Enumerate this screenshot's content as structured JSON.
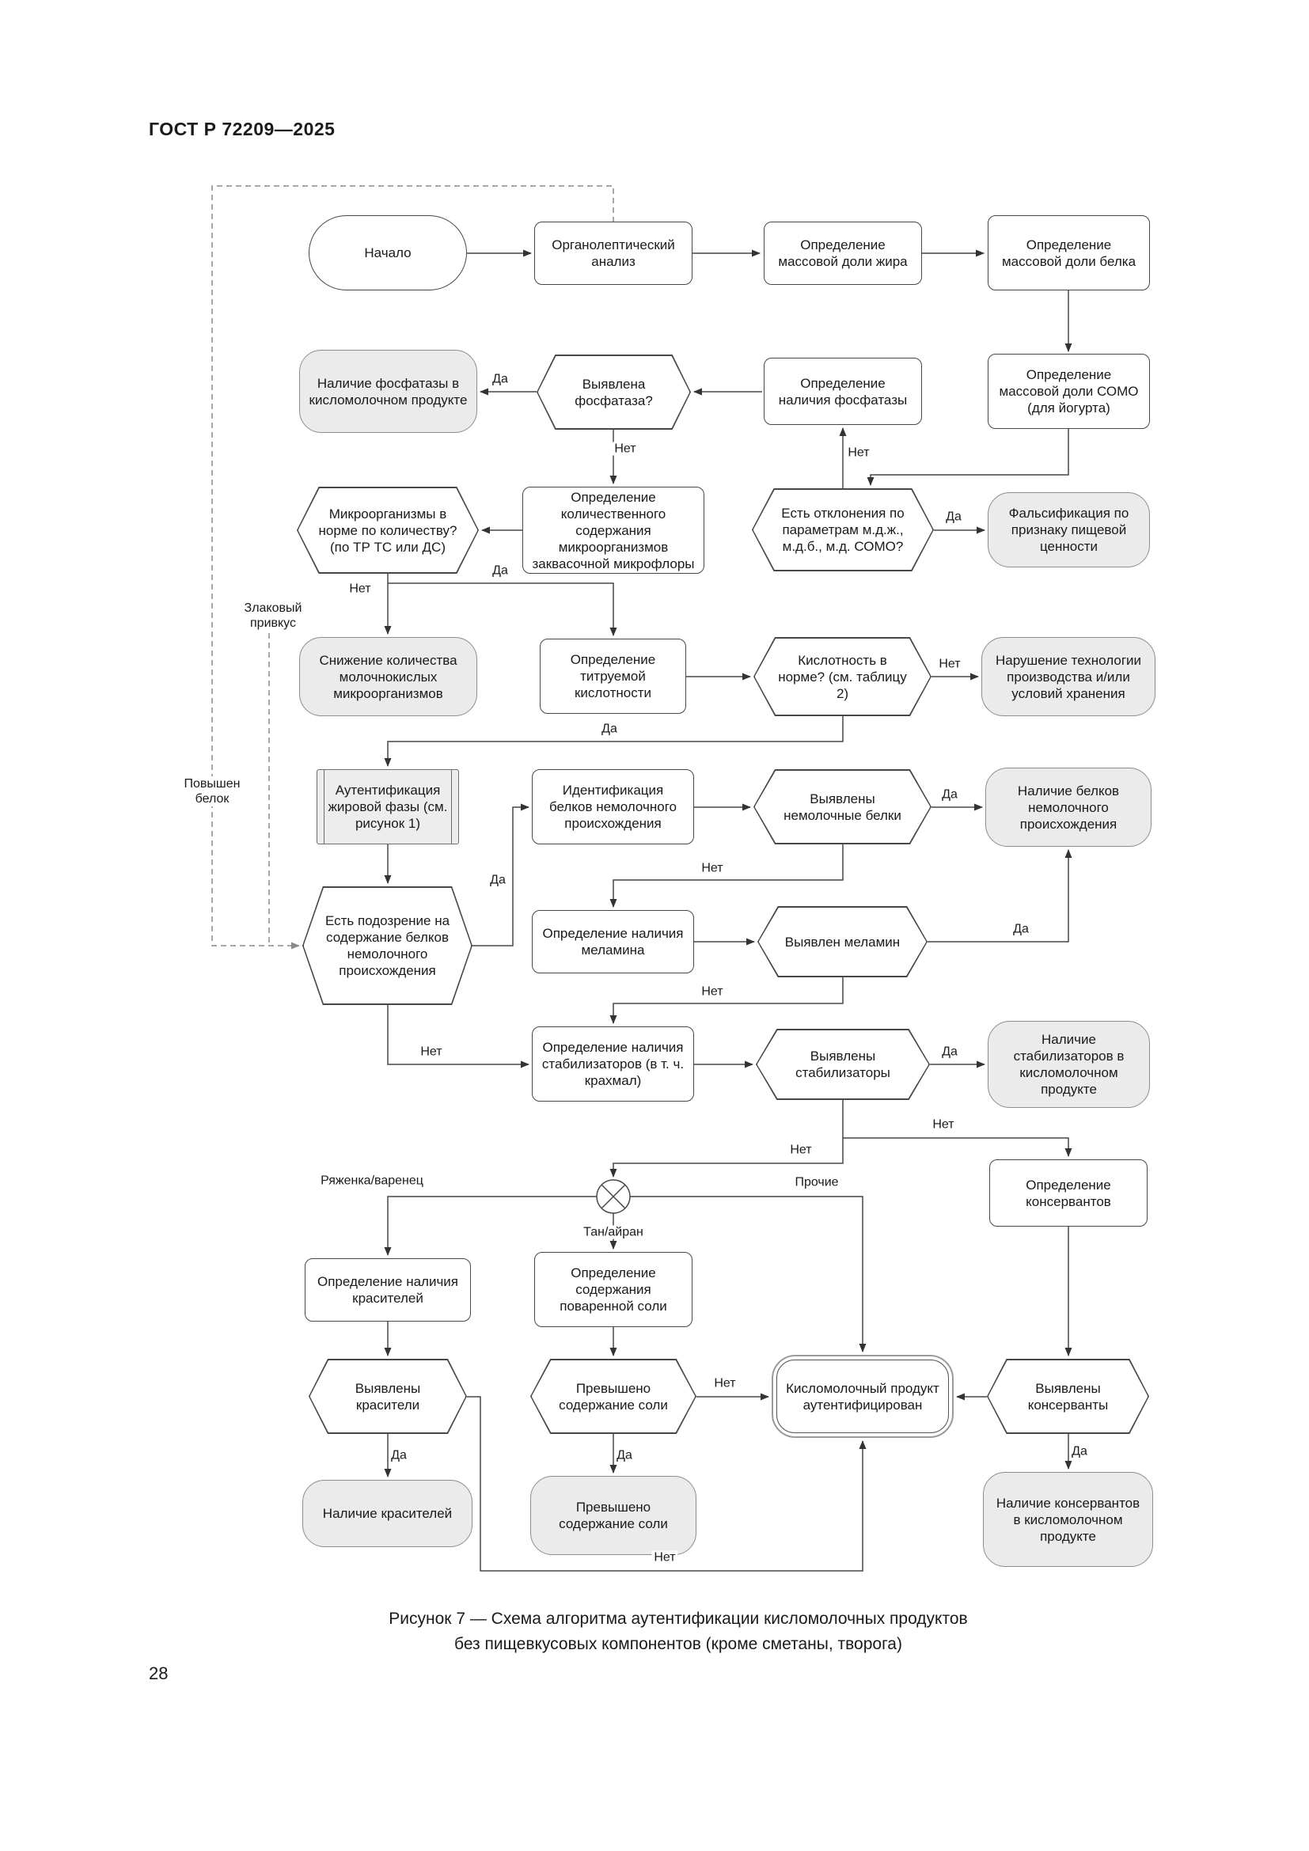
{
  "page": {
    "header": "ГОСТ Р 72209—2025",
    "page_number": "28",
    "caption_line1": "Рисунок 7 — Схема алгоритма аутентификации кисломолочных продуктов",
    "caption_line2": "без пищевкусовых компонентов (кроме сметаны, творога)"
  },
  "nodes": {
    "start": "Начало",
    "organoleptic": "Органолептический анализ",
    "fat": "Определение массовой доли жира",
    "protein": "Определение массовой доли белка",
    "somo": "Определение массовой доли СОМО (для йогурта)",
    "phosphatase_det": "Определение наличия фосфатазы",
    "phosphatase_q": "Выявлена фосфатаза?",
    "phosphatase_result": "Наличие фосфатазы в кисломолочном продукте",
    "micro_count_det": "Определение количественного содержания микроорганизмов заквасочной микрофлоры",
    "micro_norm_q": "Микроорганизмы в норме по количеству? (по ТР ТС или ДС)",
    "deviations_q": "Есть отклонения по параметрам м.д.ж., м.д.б., м.д. СОМО?",
    "falsification": "Фальсификация по признаку пищевой ценности",
    "micro_decrease": "Снижение количества молочнокислых микроорганизмов",
    "acidity_det": "Определение титруемой кислотности",
    "acidity_q": "Кислотность в норме? (см. таблицу 2)",
    "tech_violation": "Нарушение технологии производства и/или условий хранения",
    "fat_auth": "Аутентификация жировой фазы (см. рисунок 1)",
    "protein_ident": "Идентификация белков немолочного происхождения",
    "nonmilk_q": "Выявлены немолочные белки",
    "nonmilk_result": "Наличие белков немолочного происхождения",
    "suspicion_q": "Есть подозрение на содержание белков немолочного происхождения",
    "melamine_det": "Определение наличия меламина",
    "melamine_q": "Выявлен меламин",
    "stabilizers_det": "Определение наличия стабилизаторов (в т. ч. крахмал)",
    "stabilizers_q": "Выявлены стабилизаторы",
    "stabilizers_result": "Наличие стабилизаторов в кисломолочном продукте",
    "preservatives_det": "Определение консервантов",
    "dyes_det": "Определение наличия красителей",
    "salt_det": "Определение содержания поваренной соли",
    "dyes_q": "Выявлены красители",
    "salt_q": "Превышено содержание соли",
    "authenticated": "Кисломолочный продукт аутентифицирован",
    "preservatives_q": "Выявлены консерванты",
    "dyes_result": "Наличие красителей",
    "salt_result": "Превышено содержание соли",
    "preservatives_result": "Наличие консервантов в кисломолочном продукте"
  },
  "labels": {
    "yes": "Да",
    "no": "Нет",
    "ryazhenka": "Ряженка/варенец",
    "tan_ayran": "Тан/айран",
    "other": "Прочие",
    "grain_taste": "Злаковый привкус",
    "high_protein": "Повышен белок"
  }
}
